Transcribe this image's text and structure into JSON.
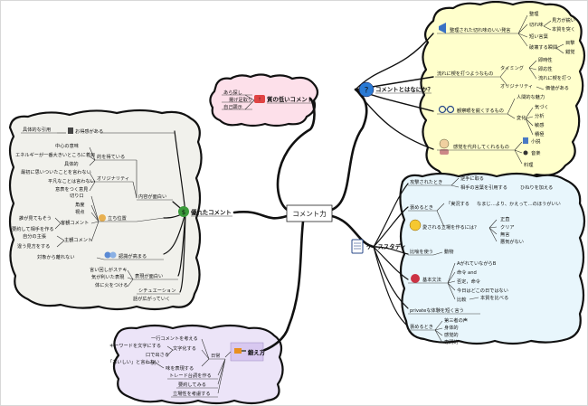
{
  "center": "コメント力",
  "colors": {
    "pink": "#fde0ea",
    "yellow": "#ffffcc",
    "blue": "#e8f6fc",
    "grey": "#f1f1ec",
    "lavender": "#ece4f8",
    "accent_red": "#e04444"
  },
  "icons": {
    "top": "warning-icon",
    "comment": "question-icon",
    "case": "clipboard-icon",
    "excellent": "dollar-icon",
    "train": "drill-icon"
  },
  "top": {
    "title": "質の低いコメント",
    "items": [
      "あら探し",
      "揚げ足取り",
      "自己顕示"
    ]
  },
  "comment": {
    "title": "コメントとはなにか？",
    "g1": {
      "label": "整理された切れ味のいい発言",
      "sub1": "整理",
      "sub2": "切れ味",
      "sub2a": "見方が鋭い",
      "sub2b": "本質を突く",
      "sub3": "短い言葉",
      "sub4": "破壊する瞬間",
      "sub4a": "目撃",
      "sub4b": "錯覚"
    },
    "g2": {
      "label": "流れに楔を打つようなもの",
      "sub1": "タイミング",
      "sub1a": "即時性",
      "sub1b": "即応性",
      "sub1c": "流れに楔を打つ",
      "sub2": "オリジナリティ",
      "sub2a": "価値がある"
    },
    "g3": {
      "label": "観察眼を鋭くするもの",
      "sub1": "人間的な魅力",
      "sub2": "変化",
      "sub2a": "気づく",
      "sub2b": "分析",
      "sub2c": "敏感",
      "sub2d": "積極"
    },
    "g4": {
      "label": "感覚を代弁してくれるもの",
      "sub1": "小説",
      "sub2": "音楽",
      "sub3": "料理"
    }
  },
  "case": {
    "title": "ケーススタディ",
    "a": {
      "label": "攻撃されたとき",
      "sub1": "逆手に取る",
      "sub2": "相手の言葉を引用する",
      "sub2a": "ひねりを加える"
    },
    "b": {
      "label": "褒めるとき",
      "sub1": "「実況する",
      "sub1a": "なまじ…より、かえって…のほうがいい",
      "sub2": "愛される立場を作るには？",
      "sub2a": "正直",
      "sub2b": "クリア",
      "sub2c": "無言",
      "sub2d": "悪気がない"
    },
    "c": {
      "label": "比喩を使う",
      "sub1": "動物"
    },
    "d": {
      "label": "基本文法",
      "sub1": "AがれていながらB",
      "sub2": "命令 and",
      "sub3": "否定，命令",
      "sub4": "今日はどこの日ではない",
      "sub5": "比較",
      "sub5a": "本質を比べる"
    },
    "e": {
      "label": "privateな体験を短く言う"
    },
    "f": {
      "label": "褒めるとき",
      "sub1": "第三者の声",
      "sub2": "身体的",
      "sub3": "感覚的",
      "sub4": "専門的"
    }
  },
  "excellent": {
    "title": "優れたコメント",
    "a": {
      "label": "具体的な引用",
      "sub1": "お得感がある"
    },
    "b": {
      "label": "内容が面白い",
      "sub1": "的を得ている",
      "sub1a": "中心の意味",
      "sub1b": "エネルギーが一番大きいところに着目",
      "sub1c": "具体的",
      "sub2": "オリジナリティ",
      "sub2a": "最初に思いついたことを言わない",
      "sub2b": "平凡なことは言わない",
      "sub2c": "意表をつく意見"
    },
    "c": {
      "label": "立ち位置",
      "sub1": "切り口",
      "sub2": "角度",
      "sub3": "視点",
      "sub4": "客観コメント",
      "sub4a": "誰が見てもそう",
      "sub4b": "要約して相手を作る",
      "sub5": "主観コメント",
      "sub5a": "自分の主張",
      "sub5b": "違う見方をする"
    },
    "d": {
      "label": "認識が高まる",
      "sub1": "対象から離れない"
    },
    "e": {
      "label": "表現が面白い",
      "sub1": "言い回しがステキ",
      "sub2": "気が利いた表現",
      "sub3": "体に火をつける"
    },
    "f": {
      "label": "シチュエーション",
      "sub1": "話が広がっていく"
    }
  },
  "train": {
    "title": "鍛え方",
    "a": {
      "label": "日常",
      "sub1": "一行コメントを考える",
      "sub2": "文字化する",
      "sub2a": "キーワードを文字にする",
      "sub2b": "口で出さる",
      "sub3": "例",
      "sub3a": "「おいしい」と言わない",
      "sub3b": "味を表現する"
    },
    "b": {
      "label": "トレード台詞を作る"
    },
    "c": {
      "label": "要約してみる"
    },
    "d": {
      "label": "立場性を考慮する"
    }
  }
}
